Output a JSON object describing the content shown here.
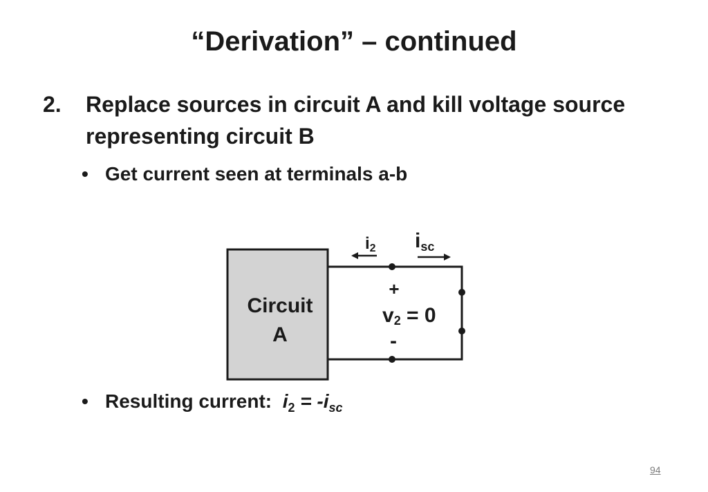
{
  "slide": {
    "title": "“Derivation” – continued",
    "step_number": "2.",
    "step_text": "Replace sources in circuit A and kill voltage source representing circuit B",
    "bullet1": "Get current seen at terminals a-b",
    "bullet2_label": "Resulting current:",
    "bullet2_eq": {
      "lhs_var": "i",
      "lhs_sub": "2",
      "equals": " = -",
      "rhs_var": "i",
      "rhs_sub": "sc"
    },
    "page_number": "94"
  },
  "diagram": {
    "box_label_line1": "Circuit",
    "box_label_line2": "A",
    "i2_var": "i",
    "i2_sub": "2",
    "isc_var": "i",
    "isc_sub": "sc",
    "plus": "+",
    "minus": "-",
    "v2_var": "v",
    "v2_sub": "2",
    "v2_value": " = 0",
    "colors": {
      "box_fill": "#d3d3d3",
      "stroke": "#1a1a1a"
    }
  }
}
